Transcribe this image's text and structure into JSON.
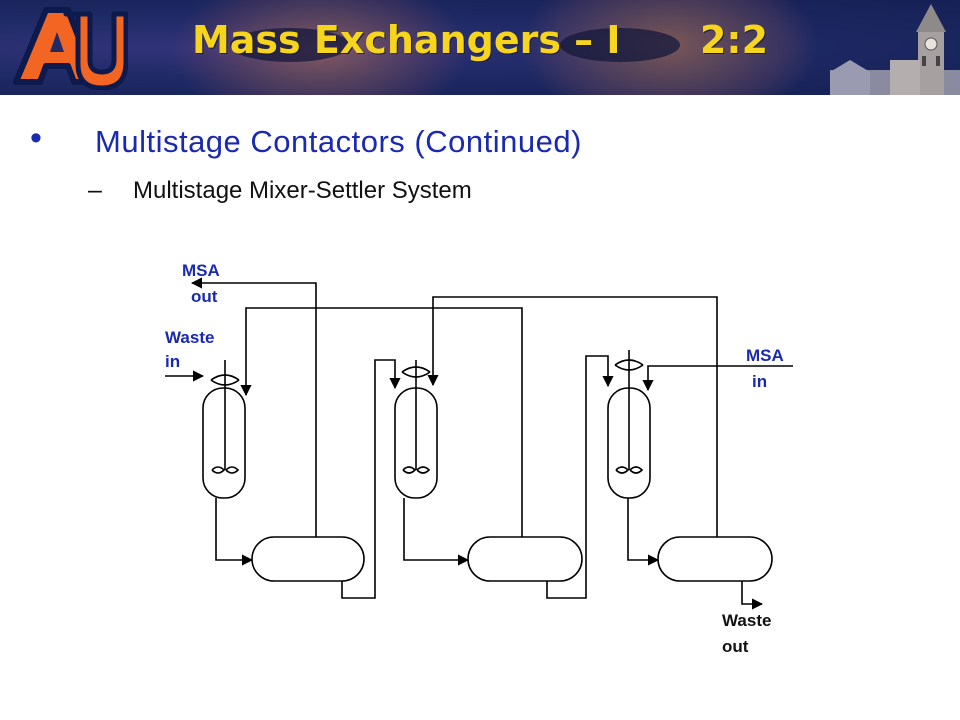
{
  "slide": {
    "title": "Mass Exchangers – I",
    "slide_number": "2:2",
    "bullet": "Multistage Contactors (Continued)",
    "sub_bullet": "Multistage Mixer-Settler System",
    "colors": {
      "banner": "#1f2a66",
      "title": "#f7d51d",
      "heading": "#1a2ab0"
    }
  },
  "diagram": {
    "labels": {
      "msa_out": [
        "MSA",
        "out"
      ],
      "waste_in": [
        "Waste",
        "in"
      ],
      "msa_in": [
        "MSA",
        "in"
      ],
      "waste_out": [
        "Waste",
        "out"
      ]
    },
    "stages": 3
  }
}
